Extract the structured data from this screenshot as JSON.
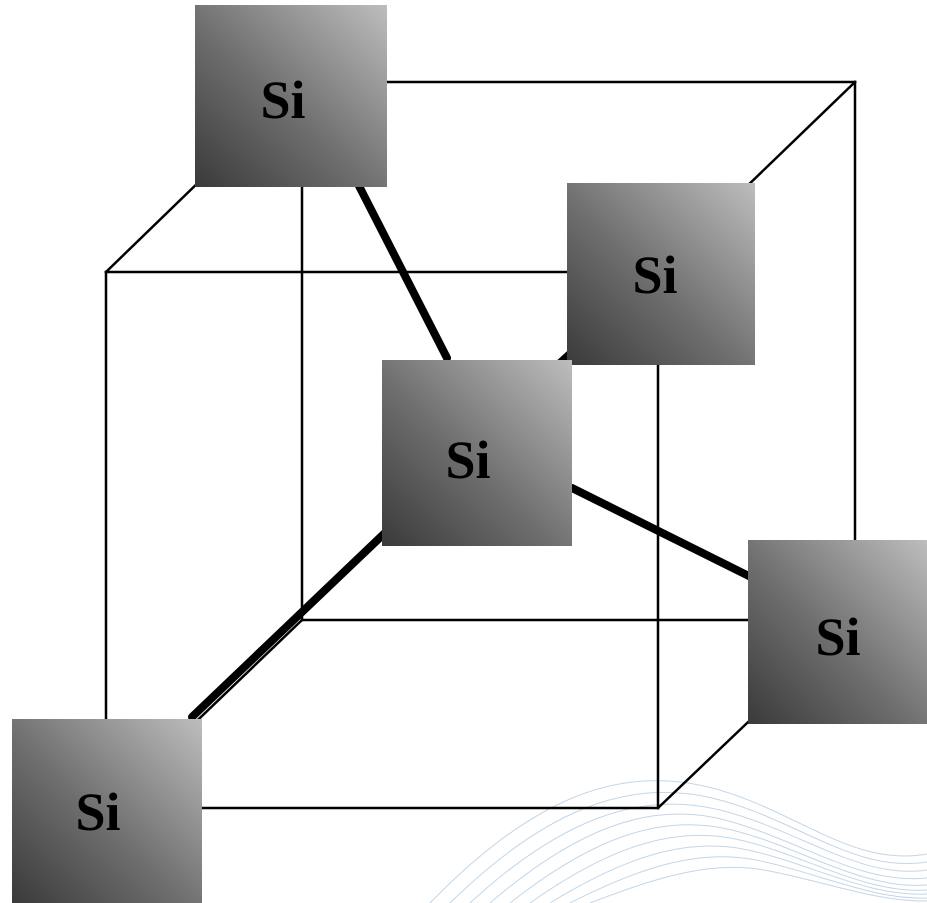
{
  "atoms": [
    {
      "id": "top-left",
      "label": "Si"
    },
    {
      "id": "back-right",
      "label": "Si"
    },
    {
      "id": "center",
      "label": "Si"
    },
    {
      "id": "front-right",
      "label": "Si"
    },
    {
      "id": "bottom-left",
      "label": "Si"
    }
  ],
  "colors": {
    "atom_dark": "#404040",
    "atom_light": "#b8b8b8",
    "line": "#000000",
    "background_wave": "#b9cfe3"
  }
}
